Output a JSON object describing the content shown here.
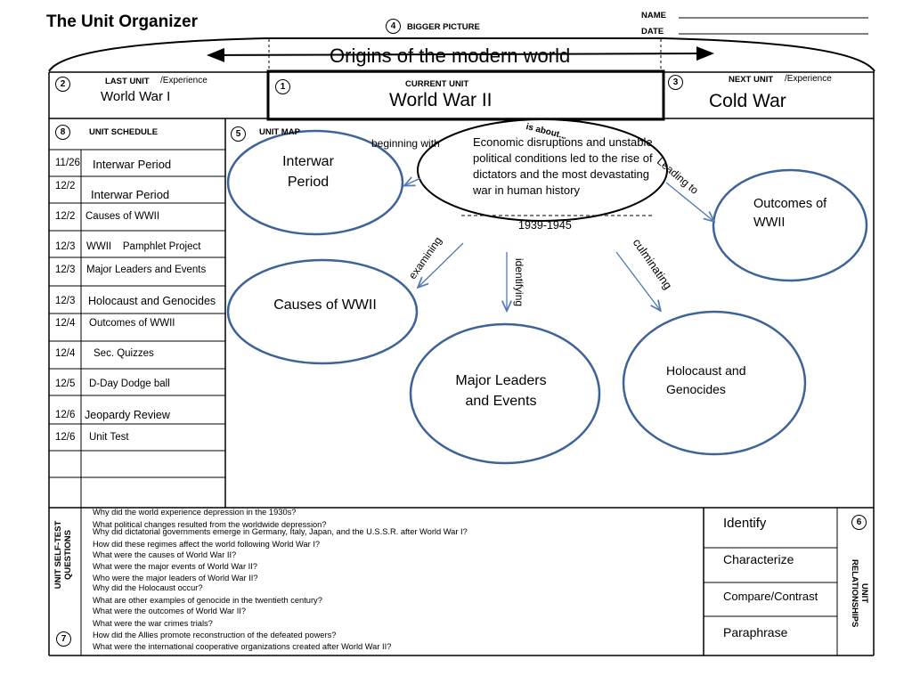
{
  "title": "The Unit Organizer",
  "name_label": "NAME",
  "date_label": "DATE",
  "bigger_picture": {
    "num": "4",
    "label": "BIGGER PICTURE",
    "text": "Origins of the modern world"
  },
  "last_unit": {
    "num": "2",
    "label": "LAST UNIT",
    "sub": "/Experience",
    "value": "World War I"
  },
  "current_unit": {
    "num": "1",
    "label": "CURRENT UNIT",
    "value": "World War II"
  },
  "next_unit": {
    "num": "3",
    "label": "NEXT UNIT",
    "sub": "/Experience",
    "value": "Cold War"
  },
  "unit_schedule": {
    "num": "8",
    "label": "UNIT SCHEDULE",
    "rows": [
      {
        "date": "11/26",
        "item": "Interwar Period"
      },
      {
        "date": "12/2",
        "item": "Interwar Period"
      },
      {
        "date": "12/2",
        "item": "Causes of WWII"
      },
      {
        "date": "12/3",
        "item": "WWII    Pamphlet Project"
      },
      {
        "date": "12/3",
        "item": "Major Leaders and Events"
      },
      {
        "date": "12/3",
        "item": "Holocaust and Genocides"
      },
      {
        "date": "12/4",
        "item": "Outcomes of WWII"
      },
      {
        "date": "12/4",
        "item": "Sec. Quizzes"
      },
      {
        "date": "12/5",
        "item": "D-Day Dodge ball"
      },
      {
        "date": "12/6",
        "item": "Jeopardy Review"
      },
      {
        "date": "12/6",
        "item": "Unit Test"
      }
    ]
  },
  "unit_map": {
    "num": "5",
    "label": "UNIT MAP",
    "is_about": "is about...",
    "center_text": "Economic disruptions and unstable political conditions led to the rise of dictators and the most devastating war in human history",
    "center_dates": "1939-1945",
    "topics": {
      "interwar": "Interwar Period",
      "causes": "Causes of WWII",
      "leaders": "Major Leaders and Events",
      "holocaust": "Holocaust and Genocides",
      "outcomes": "Outcomes of WWII"
    },
    "connectors": {
      "beginning": "beginning with",
      "leading": "Leading to",
      "examining": "examining",
      "identifying": "identifying",
      "culminating": "culminating"
    }
  },
  "self_test": {
    "num": "7",
    "label": "UNIT SELF-TEST QUESTIONS",
    "questions": [
      "Why did the world experience depression in the 1930s?",
      "What political changes resulted from the worldwide depression?",
      "Why did dictatorial governments emerge in Germany, Italy, Japan, and the U.S.S.R. after World War I?",
      "How did these regimes affect the world following World War I?",
      "What were the causes of World War II?",
      "What were the major events of World War II?",
      "Who were the major leaders of World War II?",
      "Why did the Holocaust occur?",
      "What are other examples of genocide in the twentieth century?",
      "What were the outcomes of World War II?",
      "What were the war crimes trials?",
      "How did the Allies promote reconstruction of the defeated powers?",
      "What were the international cooperative organizations created after World War II?"
    ]
  },
  "relationships": {
    "num": "6",
    "label": "UNIT RELATIONSHIPS",
    "items": [
      "Identify",
      "Characterize",
      "Compare/Contrast",
      "Paraphrase"
    ]
  }
}
